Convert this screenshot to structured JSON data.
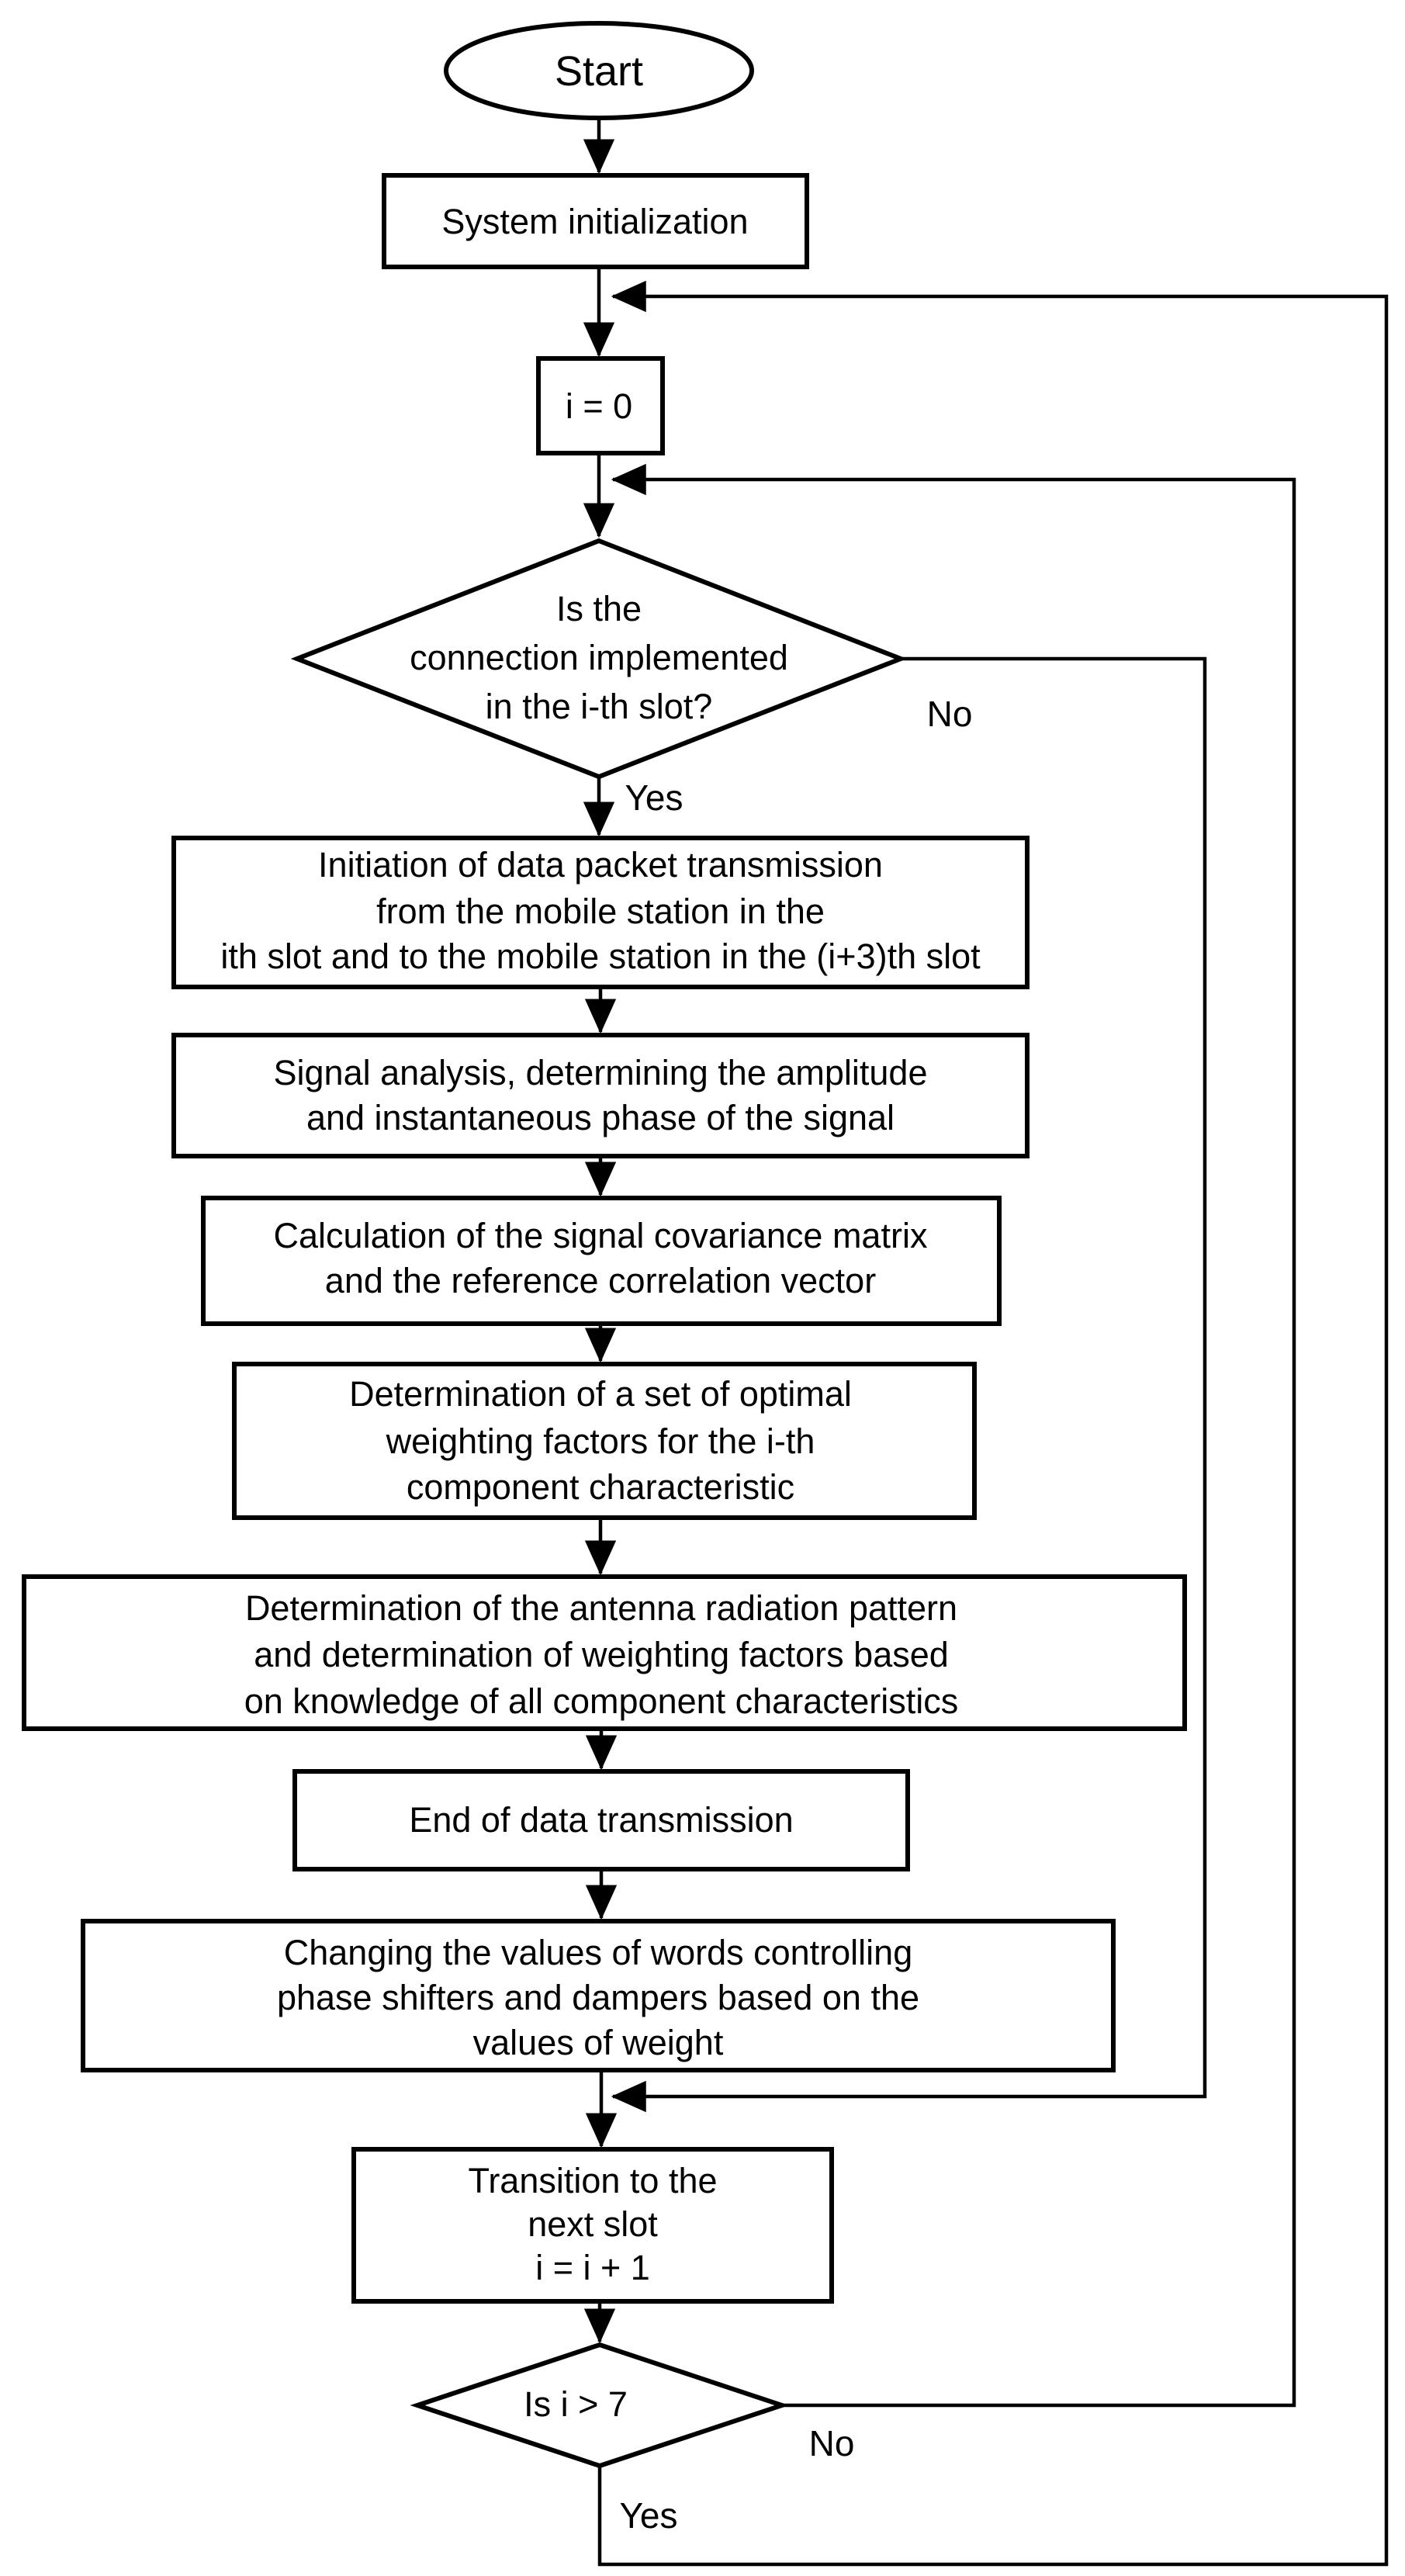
{
  "figure": {
    "type": "flowchart",
    "background": "#ffffff",
    "ink": "#000000",
    "nodes": {
      "start": {
        "shape": "terminator",
        "label": "Start"
      },
      "system_initialization": {
        "shape": "process",
        "label": "System initialization"
      },
      "reset_counter": {
        "shape": "process",
        "label": "i = 0"
      },
      "connection_check": {
        "shape": "decision",
        "lines": [
          "Is the",
          "connection implemented",
          "in the i-th slot?"
        ],
        "yes": "Yes",
        "no": "No"
      },
      "packet_initiation": {
        "shape": "process",
        "lines": [
          "Initiation of data packet transmission",
          "from the mobile station in the",
          "ith slot and to the mobile station in the (i+3)th slot"
        ]
      },
      "signal_analysis": {
        "shape": "process",
        "lines": [
          "Signal analysis, determining the amplitude",
          "and instantaneous phase of the signal"
        ]
      },
      "covariance_matrix": {
        "shape": "process",
        "lines": [
          "Calculation of the signal covariance matrix",
          "and the reference correlation vector"
        ]
      },
      "optimal_weighting": {
        "shape": "process",
        "lines": [
          "Determination of a set of optimal",
          "weighting factors for the i-th",
          "component characteristic"
        ]
      },
      "radiation_pattern": {
        "shape": "process",
        "lines": [
          "Determination of the antenna radiation pattern",
          "and determination of weighting factors based",
          "on knowledge of all component characteristics"
        ]
      },
      "end_transmission": {
        "shape": "process",
        "label": "End of data transmission"
      },
      "control_words": {
        "shape": "process",
        "lines": [
          "Changing the values of words controlling",
          "phase shifters and dampers based on the",
          "values of weight"
        ]
      },
      "next_slot": {
        "shape": "process",
        "lines": [
          "Transition to the",
          "next slot",
          "i = i + 1"
        ]
      },
      "slot_limit_check": {
        "shape": "decision",
        "label": "Is i > 7",
        "yes": "Yes",
        "no": "No"
      }
    }
  }
}
